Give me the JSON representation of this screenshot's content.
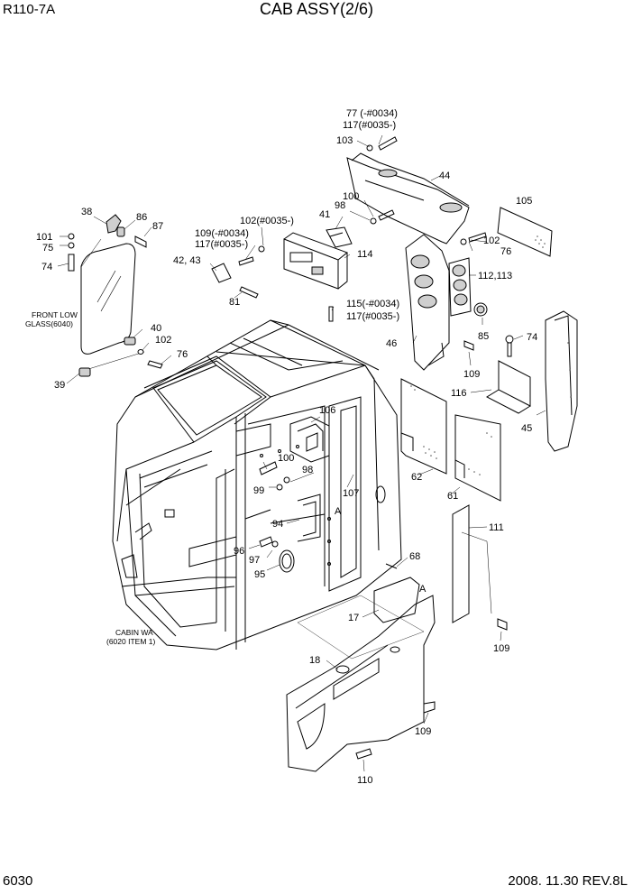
{
  "header": {
    "model": "R110-7A",
    "title": "CAB ASSY(2/6)"
  },
  "footer": {
    "page_number": "6030",
    "revision": "2008. 11.30  REV.8L"
  },
  "labels": [
    "77 (-#0034)",
    "117(#0035-)",
    "103",
    "44",
    "100",
    "98",
    "41",
    "105",
    "102(#0035-)",
    "109(-#0034)",
    "117(#0035-)",
    "38",
    "86",
    "87",
    "101",
    "75",
    "74",
    "42, 43",
    "114",
    "81",
    "102",
    "76",
    "112,113",
    "115(-#0034)",
    "117(#0035-)",
    "FRONT LOW",
    "GLASS(6040)",
    "40",
    "102",
    "76",
    "39",
    "46",
    "85",
    "74",
    "109",
    "116",
    "45",
    "106",
    "100",
    "98",
    "99",
    "107",
    "62",
    "61",
    "A",
    "94",
    "111",
    "96",
    "97",
    "95",
    "68",
    "A",
    "17",
    "CABIN WA",
    "(6020 ITEM 1)",
    "109",
    "18",
    "109",
    "110"
  ]
}
